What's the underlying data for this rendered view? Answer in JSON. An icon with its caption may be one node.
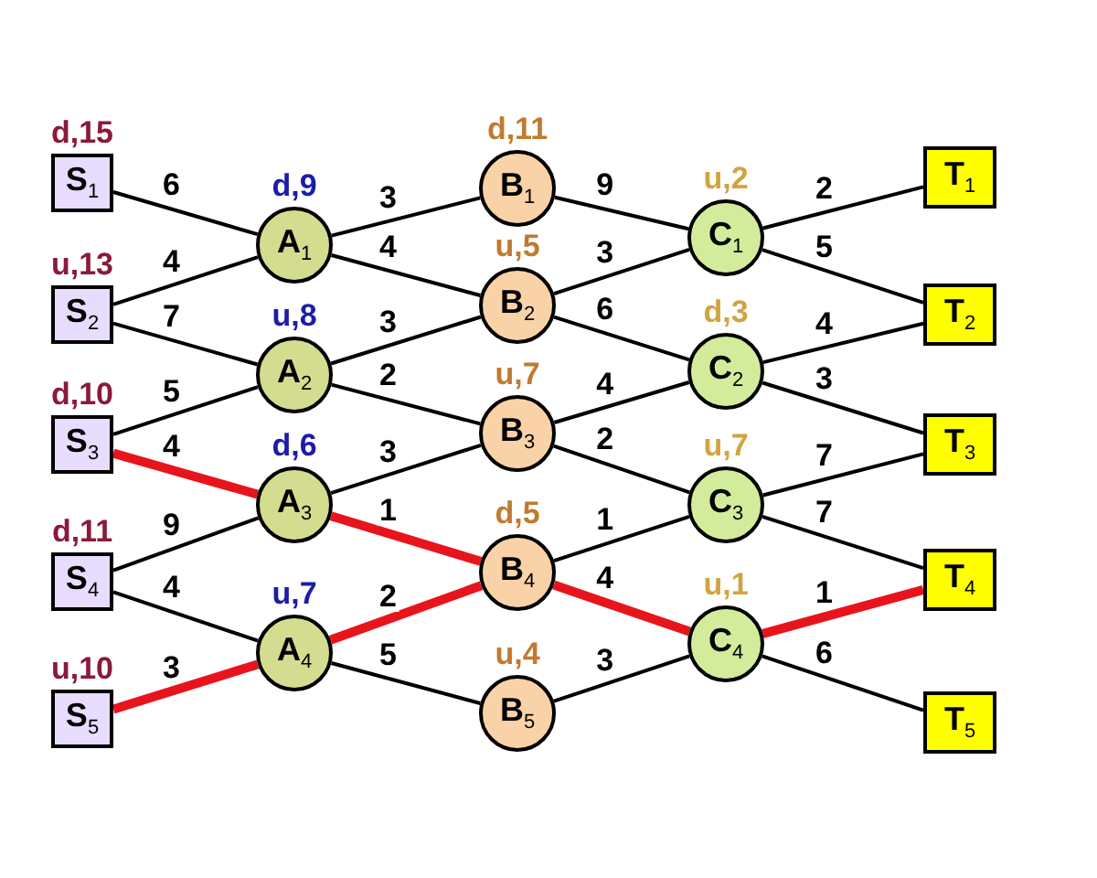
{
  "diagram": {
    "nodes": [
      {
        "text": [
          "S$_{1}$"
        ],
        "beside": [
          "d,15"
        ]
      },
      {
        "text": [
          "S$_{2}$"
        ],
        "beside": [
          "u,13"
        ]
      },
      {
        "text": [
          "S$_{3}$"
        ],
        "beside": [
          "d,10"
        ]
      },
      {
        "text": [
          "S$_{4}$"
        ],
        "beside": [
          "d,11"
        ]
      },
      {
        "text": [
          "S$_{5}$"
        ],
        "beside": [
          "u,10"
        ]
      },
      {
        "text": [
          "A$_{1}$"
        ],
        "beside": [
          "d,9"
        ]
      },
      {
        "text": [
          "A$_{2}$"
        ],
        "beside": [
          "u,8"
        ]
      },
      {
        "text": [
          "A$_{3}$"
        ],
        "beside": [
          "d,6"
        ]
      },
      {
        "text": [
          "A$_{4}$"
        ],
        "beside": [
          "u,7"
        ]
      },
      {
        "text": [
          "B$_{1}$"
        ],
        "beside": [
          "d,11"
        ]
      },
      {
        "text": [
          "B$_{2}$"
        ],
        "beside": [
          "u,5"
        ]
      },
      {
        "text": [
          "B$_{3}$"
        ],
        "beside": [
          "u,7"
        ]
      },
      {
        "text": [
          "B$_{4}$"
        ],
        "beside": [
          "d,5"
        ]
      },
      {
        "text": [
          "B$_{5}$"
        ],
        "beside": [
          "u,4"
        ]
      },
      {
        "text": [
          "C$_{1}$"
        ],
        "beside": [
          "u,2"
        ]
      },
      {
        "text": [
          "C$_{2}$"
        ],
        "beside": [
          "d,3"
        ]
      },
      {
        "text": [
          "C$_{3}$"
        ],
        "beside": [
          "u,7"
        ]
      },
      {
        "text": [
          "C$_{4}$"
        ],
        "beside": [
          "u,1"
        ]
      },
      {
        "text": [
          "T$_{1}$"
        ]
      },
      {
        "text": [
          "T$_{2}$"
        ]
      },
      {
        "text": [
          "T$_{3}$"
        ]
      },
      {
        "text": [
          "T$_{4}$"
        ]
      },
      {
        "text": [
          "T$_{5}$"
        ]
      }
    ],
    "edges": [
      {
        "from": 0,
        "to": 5,
        "arrow": "none",
        "label": "6"
      },
      {
        "from": 1,
        "to": 5,
        "arrow": "none",
        "label": "4"
      },
      {
        "from": 1,
        "to": 6,
        "arrow": "none",
        "label": "7"
      },
      {
        "from": 2,
        "to": 6,
        "arrow": "none",
        "label": "5"
      },
      {
        "from": 2,
        "to": 7,
        "arrow": "none",
        "label": "4",
        "style": "thick",
        "color": "#e8141c"
      },
      {
        "from": 3,
        "to": 7,
        "arrow": "none",
        "label": "9"
      },
      {
        "from": 3,
        "to": 8,
        "arrow": "none",
        "label": "4"
      },
      {
        "from": 4,
        "to": 8,
        "arrow": "none",
        "label": "3",
        "style": "thick",
        "color": "#e8141c"
      },
      {
        "from": 5,
        "to": 9,
        "arrow": "none",
        "label": "3"
      },
      {
        "from": 5,
        "to": 10,
        "arrow": "none",
        "label": "4"
      },
      {
        "from": 6,
        "to": 10,
        "arrow": "none",
        "label": "3"
      },
      {
        "from": 6,
        "to": 11,
        "arrow": "none",
        "label": "2"
      },
      {
        "from": 7,
        "to": 11,
        "arrow": "none",
        "label": "3"
      },
      {
        "from": 7,
        "to": 12,
        "arrow": "none",
        "label": "1",
        "style": "thick",
        "color": "#e8141c"
      },
      {
        "from": 8,
        "to": 12,
        "arrow": "none",
        "label": "2",
        "style": "thick",
        "color": "#e8141c"
      },
      {
        "from": 8,
        "to": 13,
        "arrow": "none",
        "label": "5"
      },
      {
        "from": 9,
        "to": 14,
        "arrow": "none",
        "label": "9"
      },
      {
        "from": 10,
        "to": 14,
        "arrow": "none",
        "label": "3"
      },
      {
        "from": 10,
        "to": 15,
        "arrow": "none",
        "label": "6"
      },
      {
        "from": 11,
        "to": 15,
        "arrow": "none",
        "label": "4"
      },
      {
        "from": 11,
        "to": 16,
        "arrow": "none",
        "label": "2"
      },
      {
        "from": 12,
        "to": 16,
        "arrow": "none",
        "label": "1"
      },
      {
        "from": 12,
        "to": 17,
        "arrow": "none",
        "label": "4",
        "style": "thick",
        "color": "#e8141c"
      },
      {
        "from": 13,
        "to": 17,
        "arrow": "none",
        "label": "3"
      },
      {
        "from": 14,
        "to": 18,
        "arrow": "none",
        "label": "2"
      },
      {
        "from": 14,
        "to": 19,
        "arrow": "none",
        "label": "5"
      },
      {
        "from": 15,
        "to": 19,
        "arrow": "none",
        "label": "4"
      },
      {
        "from": 15,
        "to": 20,
        "arrow": "none",
        "label": "3"
      },
      {
        "from": 16,
        "to": 20,
        "arrow": "none",
        "label": "7"
      },
      {
        "from": 16,
        "to": 21,
        "arrow": "none",
        "label": "7"
      },
      {
        "from": 17,
        "to": 21,
        "arrow": "none",
        "label": "1",
        "style": "thick",
        "color": "#e8141c"
      },
      {
        "from": 17,
        "to": 22,
        "arrow": "none",
        "label": "6"
      }
    ]
  }
}
